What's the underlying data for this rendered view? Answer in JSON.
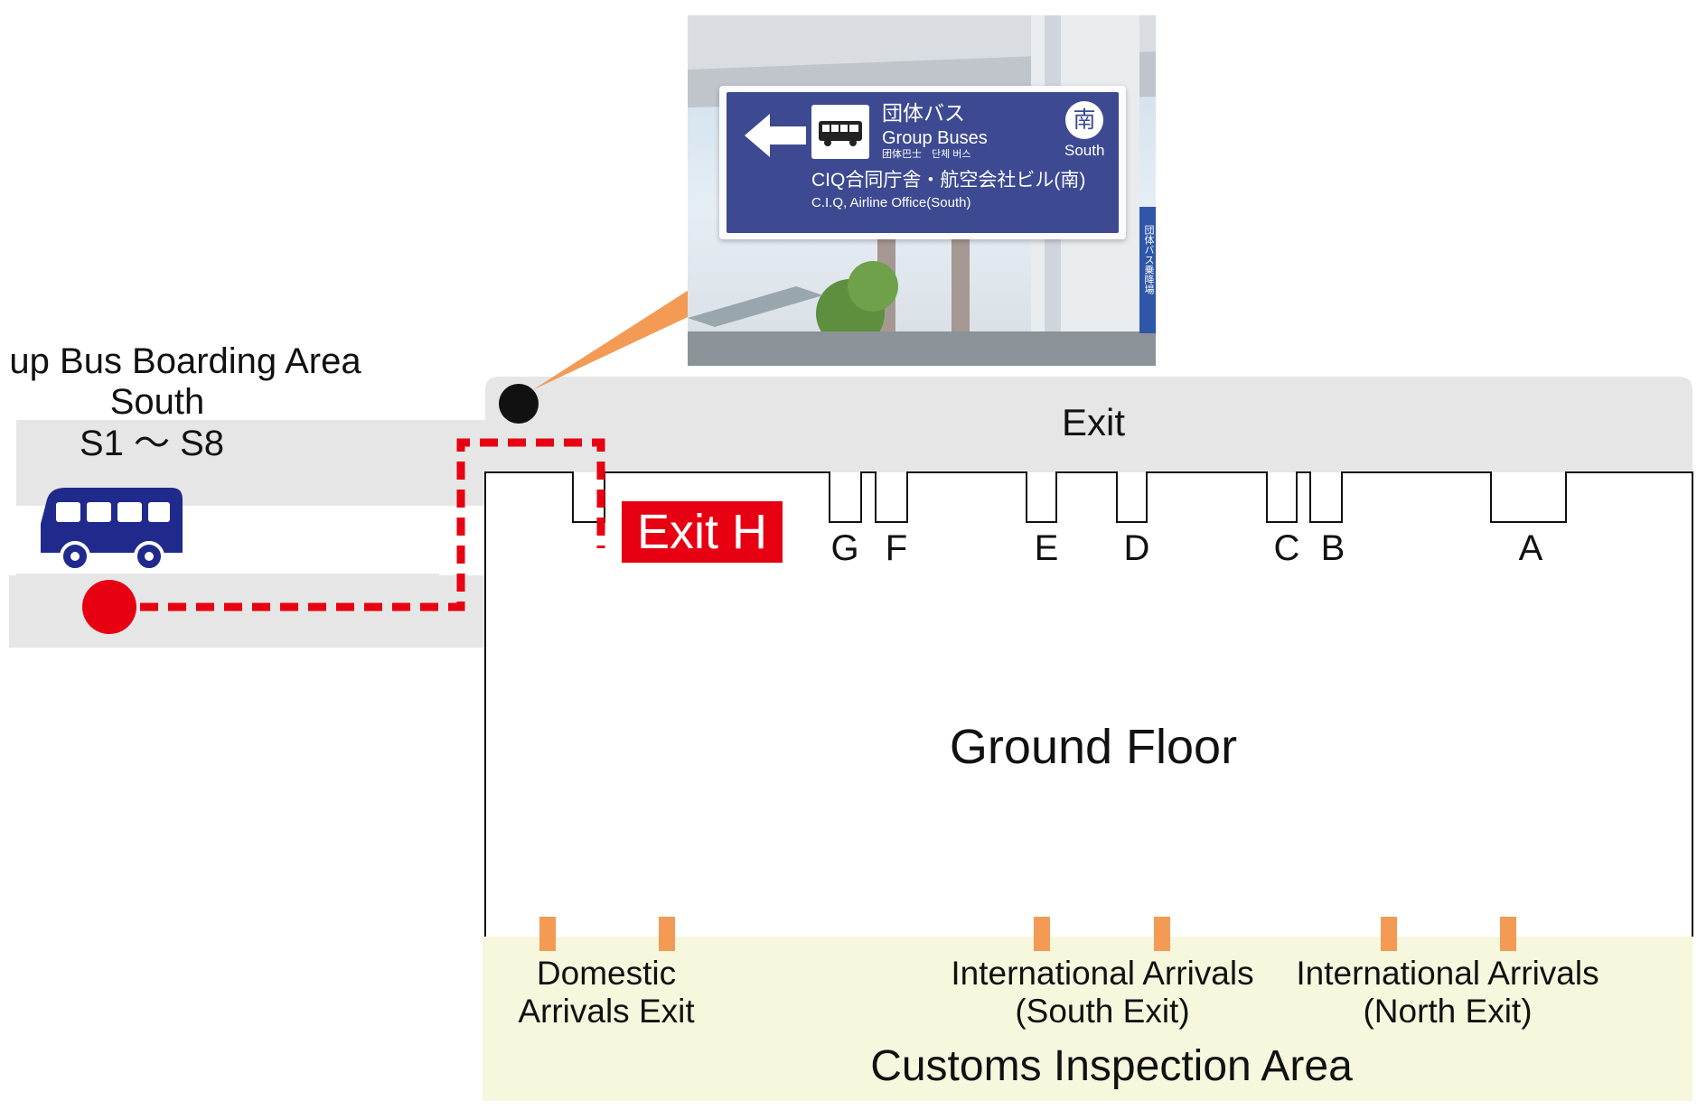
{
  "boarding_area": {
    "title": "up Bus Boarding Area",
    "side": "South",
    "range": "S1 ～ S8"
  },
  "exit_corridor_label": "Exit",
  "exit_h_label": "Exit H",
  "gates": [
    "G",
    "F",
    "E",
    "D",
    "C",
    "B",
    "A"
  ],
  "ground_floor_label": "Ground Floor",
  "customs": {
    "title": "Customs Inspection Area",
    "exits": [
      {
        "line1": "Domestic",
        "line2": "Arrivals Exit"
      },
      {
        "line1": "International Arrivals",
        "line2": "(South Exit)"
      },
      {
        "line1": "International Arrivals",
        "line2": "(North Exit)"
      }
    ]
  },
  "photo_sign": {
    "title_jp": "団体バス",
    "title_en": "Group Buses",
    "subtitle_cn_kr": "团体巴士　단체 버스",
    "direction_symbol": "南",
    "direction_en": "South",
    "building_jp": "CIQ合同庁舎・航空会社ビル(南)",
    "building_en": "C.I.Q, Airline Office(South)",
    "side_sign": "団体バス乗降場"
  },
  "colors": {
    "route": "#e60012",
    "bus": "#1f2a8c",
    "sign_blue": "#3d4a92",
    "callout": "#f39a55",
    "customs_bg": "#f7f7de",
    "corridor": "#e6e6e6",
    "exit_marker": "#f39a55"
  }
}
